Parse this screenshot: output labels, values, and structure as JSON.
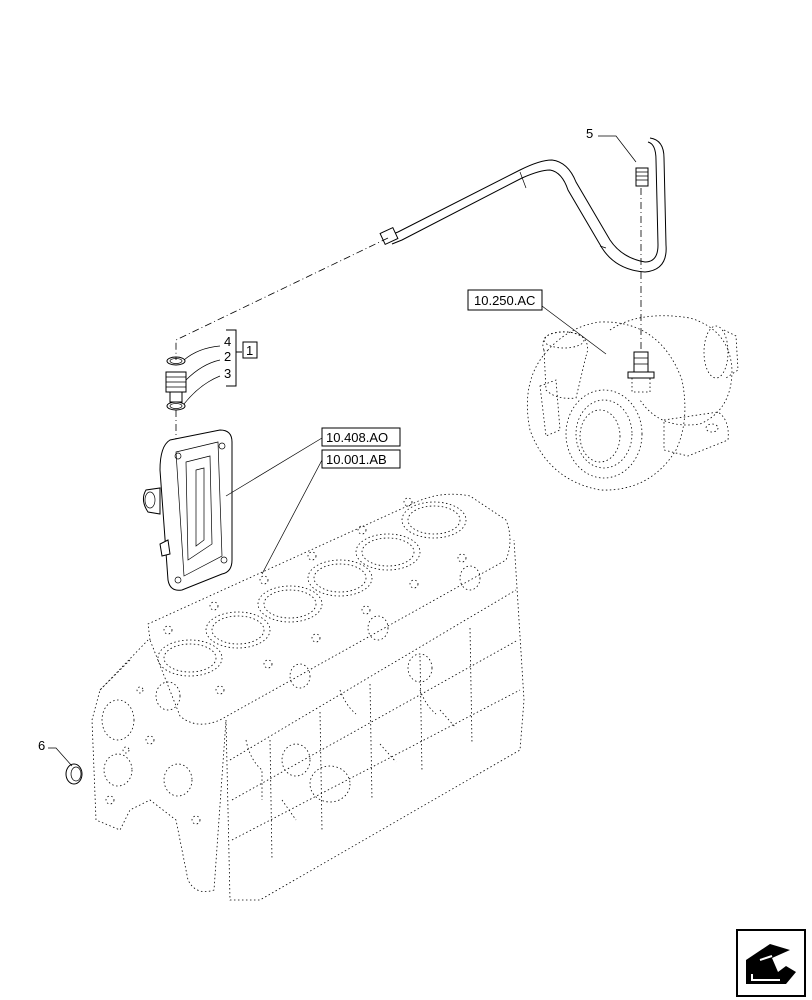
{
  "callouts": {
    "c1": "1",
    "c2": "2",
    "c3": "3",
    "c4": "4",
    "c5": "5",
    "c6": "6"
  },
  "references": {
    "turbo_ref": "10.250.AC",
    "head_ref": "10.408.AO",
    "block_ref": "10.001.AB"
  },
  "nav_icon": "next-page-arrow-icon"
}
